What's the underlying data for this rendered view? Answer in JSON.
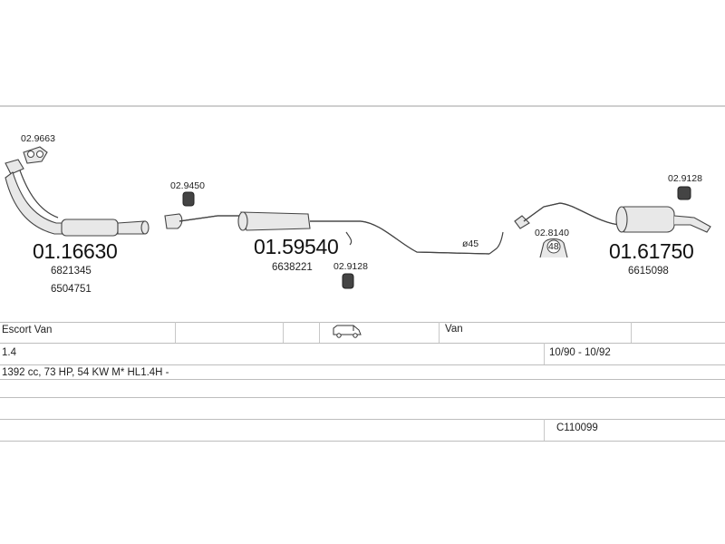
{
  "diagram": {
    "parts": {
      "front_pipe": "01.16630",
      "front_pipe_ref1": "6821345",
      "front_pipe_ref2": "6504751",
      "front_gasket": "02.9663",
      "middle_silencer": "01.59540",
      "middle_silencer_ref": "6638221",
      "middle_ring": "02.9450",
      "middle_hanger": "02.9128",
      "rear_silencer": "01.61750",
      "rear_silencer_ref": "6615098",
      "rear_clamp": "02.8140",
      "rear_clamp_size": "48",
      "rear_hanger": "02.9128",
      "pipe_diameter": "ø45"
    }
  },
  "table": {
    "model": "Escort Van",
    "body_type": "Van",
    "engine": "1.4",
    "years": "10/90 - 10/92",
    "details": "1392 cc, 73 HP, 54 KW M* HL1.4H -",
    "code": "C110099"
  },
  "icons": {
    "van": "van-icon"
  }
}
